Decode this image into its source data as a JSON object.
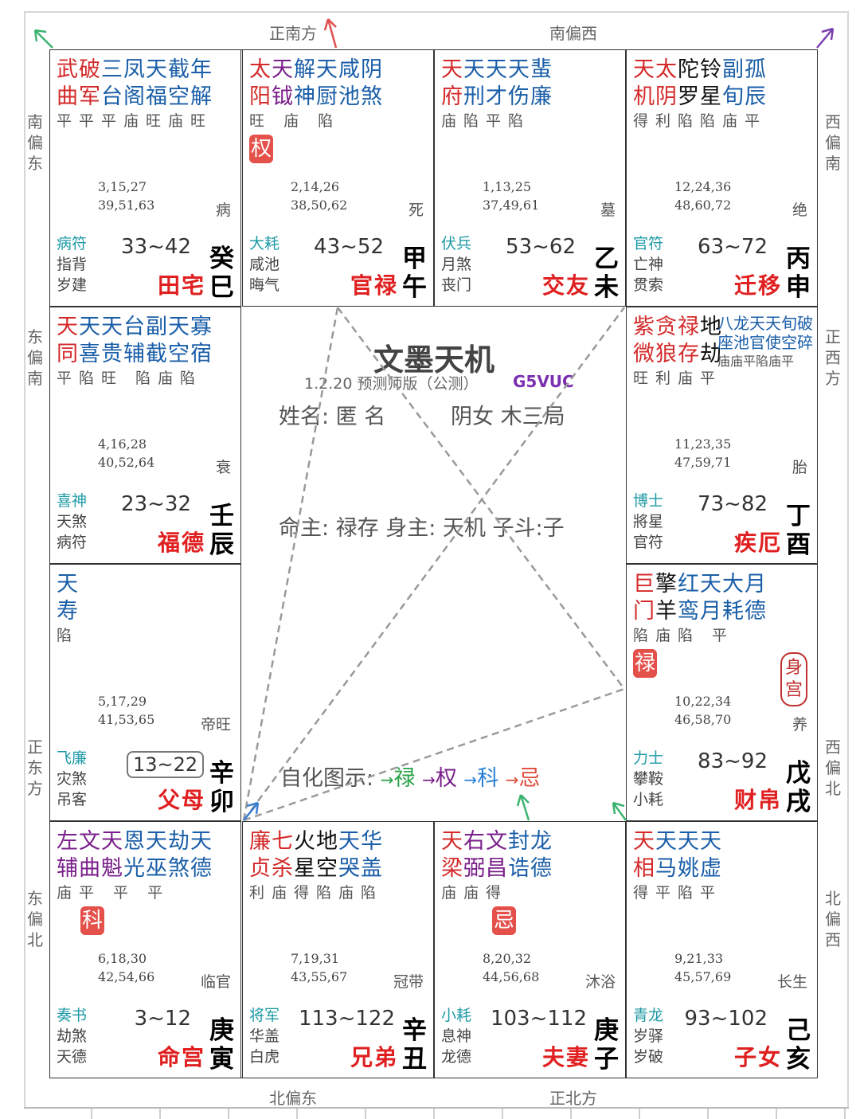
{
  "directions": {
    "top_left": "正南方",
    "top_right": "南偏西",
    "bottom_left": "北偏东",
    "bottom_right": "正北方",
    "left": [
      "南偏东",
      "东偏南",
      "正东方",
      "东偏北"
    ],
    "right": [
      "西偏南",
      "正西方",
      "西偏北",
      "北偏西"
    ]
  },
  "center": {
    "title": "文墨天机",
    "version": "1.2.20 预测师版（公测）",
    "code": "G5VUC",
    "name": "姓名: 匿 名",
    "gender": "阴女 木三局",
    "master": "命主: 禄存 身主: 天机 子斗:子",
    "legend_label": "自化图示:",
    "legend": {
      "a1": "→",
      "lu": "禄",
      "a2": "→",
      "quan": "权",
      "a3": "→",
      "ke": "科",
      "a4": "→",
      "ji": "忌"
    }
  },
  "colors": {
    "red": "#d42a2a",
    "blue": "#1a5ea8",
    "purple": "#7a1f8a",
    "teal": "#1e9aa6",
    "hua_bg": "#e4504a"
  },
  "cells": [
    {
      "stars": [
        {
          "t": "武",
          "b": "曲",
          "c": "red"
        },
        {
          "t": "破",
          "b": "军",
          "c": "red"
        },
        {
          "t": "三",
          "b": "台",
          "c": "blue"
        },
        {
          "t": "凤",
          "b": "阁",
          "c": "blue"
        },
        {
          "t": "天",
          "b": "福",
          "c": "blue"
        },
        {
          "t": "截",
          "b": "空",
          "c": "blue"
        },
        {
          "t": "年",
          "b": "解",
          "c": "blue"
        }
      ],
      "bright": "平平平庙旺庙旺",
      "hua": "",
      "ages1": "3,15,27",
      "ages2": "39,51,63",
      "stage": "病",
      "god1": "病符",
      "god2": "指背",
      "god3": "岁建",
      "range": "33~42",
      "palace": "田宅",
      "stem": "癸",
      "branch": "巳"
    },
    {
      "stars": [
        {
          "t": "太",
          "b": "阳",
          "c": "red"
        },
        {
          "t": "天",
          "b": "钺",
          "c": "purple"
        },
        {
          "t": "解",
          "b": "神",
          "c": "blue"
        },
        {
          "t": "天",
          "b": "厨",
          "c": "blue"
        },
        {
          "t": "咸",
          "b": "池",
          "c": "blue"
        },
        {
          "t": "阴",
          "b": "煞",
          "c": "blue"
        }
      ],
      "bright": "旺 庙 陷",
      "hua": "权",
      "ages1": "2,14,26",
      "ages2": "38,50,62",
      "stage": "死",
      "god1": "大耗",
      "god2": "咸池",
      "god3": "晦气",
      "range": "43~52",
      "palace": "官禄",
      "stem": "甲",
      "branch": "午"
    },
    {
      "stars": [
        {
          "t": "天",
          "b": "府",
          "c": "red"
        },
        {
          "t": "天",
          "b": "刑",
          "c": "blue"
        },
        {
          "t": "天",
          "b": "才",
          "c": "blue"
        },
        {
          "t": "天",
          "b": "伤",
          "c": "blue"
        },
        {
          "t": "蜚",
          "b": "廉",
          "c": "blue"
        }
      ],
      "bright": "庙陷平陷",
      "hua": "",
      "ages1": "1,13,25",
      "ages2": "37,49,61",
      "stage": "墓",
      "god1": "伏兵",
      "god2": "月煞",
      "god3": "丧门",
      "range": "53~62",
      "palace": "交友",
      "stem": "乙",
      "branch": "未"
    },
    {
      "stars": [
        {
          "t": "天",
          "b": "机",
          "c": "red"
        },
        {
          "t": "太",
          "b": "阴",
          "c": "red"
        },
        {
          "t": "陀",
          "b": "罗",
          "c": "black"
        },
        {
          "t": "铃",
          "b": "星",
          "c": "black"
        },
        {
          "t": "副",
          "b": "旬",
          "c": "blue"
        },
        {
          "t": "孤",
          "b": "辰",
          "c": "blue"
        }
      ],
      "bright": "得利陷陷庙平",
      "hua": "",
      "ages1": "12,24,36",
      "ages2": "48,60,72",
      "stage": "绝",
      "god1": "官符",
      "god2": "亡神",
      "god3": "贯索",
      "range": "63~72",
      "palace": "迁移",
      "stem": "丙",
      "branch": "申"
    },
    {
      "stars": [
        {
          "t": "天",
          "b": "同",
          "c": "red"
        },
        {
          "t": "天",
          "b": "喜",
          "c": "blue"
        },
        {
          "t": "天",
          "b": "贵",
          "c": "blue"
        },
        {
          "t": "台",
          "b": "辅",
          "c": "blue"
        },
        {
          "t": "副",
          "b": "截",
          "c": "blue"
        },
        {
          "t": "天",
          "b": "空",
          "c": "blue"
        },
        {
          "t": "寡",
          "b": "宿",
          "c": "blue"
        }
      ],
      "bright": "平陷旺 陷庙陷",
      "hua": "",
      "ages1": "4,16,28",
      "ages2": "40,52,64",
      "stage": "衰",
      "god1": "喜神",
      "god2": "天煞",
      "god3": "病符",
      "range": "23~32",
      "palace": "福德",
      "stem": "壬",
      "branch": "辰"
    },
    {
      "stars": [
        {
          "t": "紫",
          "b": "微",
          "c": "red"
        },
        {
          "t": "贪",
          "b": "狼",
          "c": "red"
        },
        {
          "t": "禄",
          "b": "存",
          "c": "red"
        },
        {
          "t": "地",
          "b": "劫",
          "c": "black"
        }
      ],
      "small_top": "八龙天天旬破",
      "small_bottom": "座池官使空碎",
      "small_bright": "庙庙平陷庙平",
      "bright": "旺利庙平",
      "hua": "",
      "ages1": "11,23,35",
      "ages2": "47,59,71",
      "stage": "胎",
      "god1": "博士",
      "god2": "將星",
      "god3": "官符",
      "range": "73~82",
      "palace": "疾厄",
      "stem": "丁",
      "branch": "酉"
    },
    {
      "stars": [
        {
          "t": "天",
          "b": "寿",
          "c": "blue"
        }
      ],
      "bright": "陷",
      "hua": "",
      "ages1": "5,17,29",
      "ages2": "41,53,65",
      "stage": "帝旺",
      "god1": "飞廉",
      "god2": "灾煞",
      "god3": "吊客",
      "range": "13~22",
      "palace": "父母",
      "stem": "辛",
      "branch": "卯",
      "boxed": true
    },
    {
      "stars": [
        {
          "t": "巨",
          "b": "门",
          "c": "red"
        },
        {
          "t": "擎",
          "b": "羊",
          "c": "black"
        },
        {
          "t": "红",
          "b": "鸾",
          "c": "blue"
        },
        {
          "t": "天",
          "b": "月",
          "c": "blue"
        },
        {
          "t": "大",
          "b": "耗",
          "c": "blue"
        },
        {
          "t": "月",
          "b": "德",
          "c": "blue"
        }
      ],
      "bright": "陷庙陷 平",
      "hua": "禄",
      "shen": "身宫",
      "ages1": "10,22,34",
      "ages2": "46,58,70",
      "stage": "养",
      "god1": "力士",
      "god2": "攀鞍",
      "god3": "小耗",
      "range": "83~92",
      "palace": "财帛",
      "stem": "戊",
      "branch": "戌"
    },
    {
      "stars": [
        {
          "t": "左",
          "b": "辅",
          "c": "purple"
        },
        {
          "t": "文",
          "b": "曲",
          "c": "purple"
        },
        {
          "t": "天",
          "b": "魁",
          "c": "purple"
        },
        {
          "t": "恩",
          "b": "光",
          "c": "blue"
        },
        {
          "t": "天",
          "b": "巫",
          "c": "blue"
        },
        {
          "t": "劫",
          "b": "煞",
          "c": "blue"
        },
        {
          "t": "天",
          "b": "德",
          "c": "blue"
        }
      ],
      "bright": "庙平 平 平",
      "hua": "科",
      "ages1": "6,18,30",
      "ages2": "42,54,66",
      "stage": "临官",
      "god1": "奏书",
      "god2": "劫煞",
      "god3": "天德",
      "range": "3~12",
      "palace": "命宫",
      "stem": "庚",
      "branch": "寅"
    },
    {
      "stars": [
        {
          "t": "廉",
          "b": "贞",
          "c": "red"
        },
        {
          "t": "七",
          "b": "杀",
          "c": "red"
        },
        {
          "t": "火",
          "b": "星",
          "c": "black"
        },
        {
          "t": "地",
          "b": "空",
          "c": "black"
        },
        {
          "t": "天",
          "b": "哭",
          "c": "blue"
        },
        {
          "t": "华",
          "b": "盖",
          "c": "blue"
        }
      ],
      "bright": "利庙得陷庙陷",
      "hua": "",
      "ages1": "7,19,31",
      "ages2": "43,55,67",
      "stage": "冠带",
      "god1": "将军",
      "god2": "华盖",
      "god3": "白虎",
      "range": "113~122",
      "palace": "兄弟",
      "stem": "辛",
      "branch": "丑"
    },
    {
      "stars": [
        {
          "t": "天",
          "b": "梁",
          "c": "red"
        },
        {
          "t": "右",
          "b": "弼",
          "c": "purple"
        },
        {
          "t": "文",
          "b": "昌",
          "c": "purple"
        },
        {
          "t": "封",
          "b": "诰",
          "c": "blue"
        },
        {
          "t": "龙",
          "b": "德",
          "c": "blue"
        }
      ],
      "bright": "庙庙得",
      "hua": "忌",
      "ages1": "8,20,32",
      "ages2": "44,56,68",
      "stage": "沐浴",
      "god1": "小耗",
      "god2": "息神",
      "god3": "龙德",
      "range": "103~112",
      "palace": "夫妻",
      "stem": "庚",
      "branch": "子"
    },
    {
      "stars": [
        {
          "t": "天",
          "b": "相",
          "c": "red"
        },
        {
          "t": "天",
          "b": "马",
          "c": "blue"
        },
        {
          "t": "天",
          "b": "姚",
          "c": "blue"
        },
        {
          "t": "天",
          "b": "虚",
          "c": "blue"
        }
      ],
      "bright": "得平陷平",
      "hua": "",
      "ages1": "9,21,33",
      "ages2": "45,57,69",
      "stage": "长生",
      "god1": "青龙",
      "god2": "岁驿",
      "god3": "岁破",
      "range": "93~102",
      "palace": "子女",
      "stem": "己",
      "branch": "亥"
    }
  ]
}
